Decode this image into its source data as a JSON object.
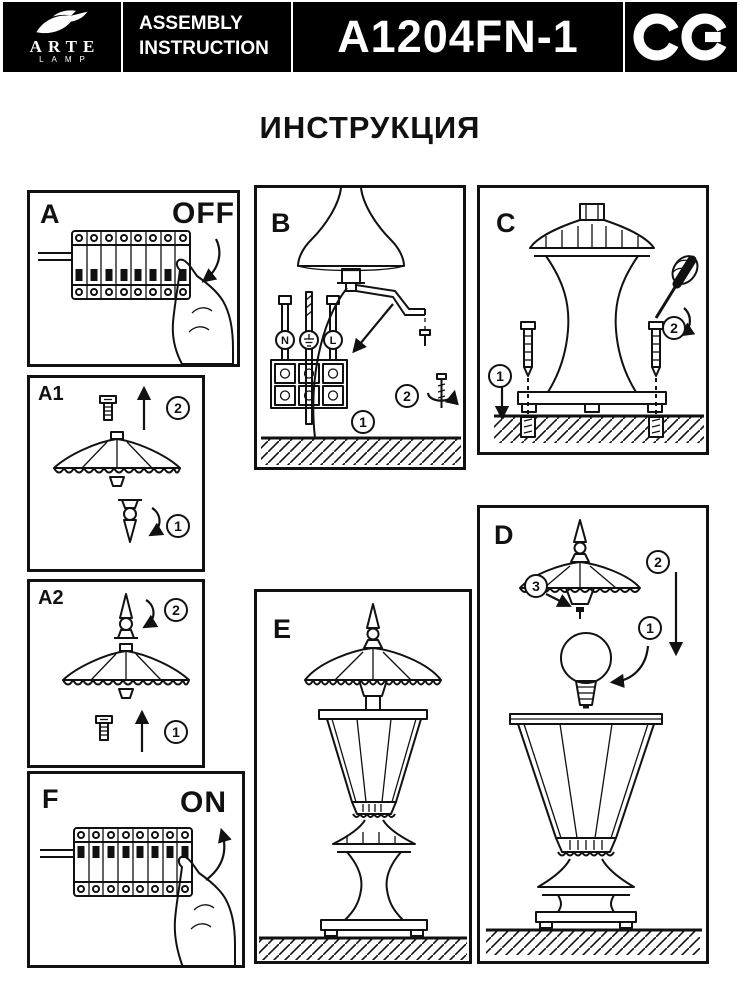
{
  "header": {
    "brand_name": "ARTE",
    "brand_sub": "LAMP",
    "doc_line1": "ASSEMBLY",
    "doc_line2": "INSTRUCTION",
    "model": "A1204FN-1",
    "ce_mark": "CE"
  },
  "title": "ИНСТРУКЦИЯ",
  "panels": {
    "a": {
      "label": "A",
      "switch_state": "OFF"
    },
    "a1": {
      "label": "A1",
      "step1": "1",
      "step2": "2"
    },
    "a2": {
      "label": "A2",
      "step1": "1",
      "step2": "2"
    },
    "f": {
      "label": "F",
      "switch_state": "ON"
    },
    "b": {
      "label": "B",
      "step1": "1",
      "step2": "2",
      "terminal_n": "N",
      "terminal_ground": "⏚",
      "terminal_l": "L"
    },
    "c": {
      "label": "C",
      "step1": "1",
      "step2": "2"
    },
    "d": {
      "label": "D",
      "step1": "1",
      "step2": "2",
      "step3": "3"
    },
    "e": {
      "label": "E"
    }
  }
}
